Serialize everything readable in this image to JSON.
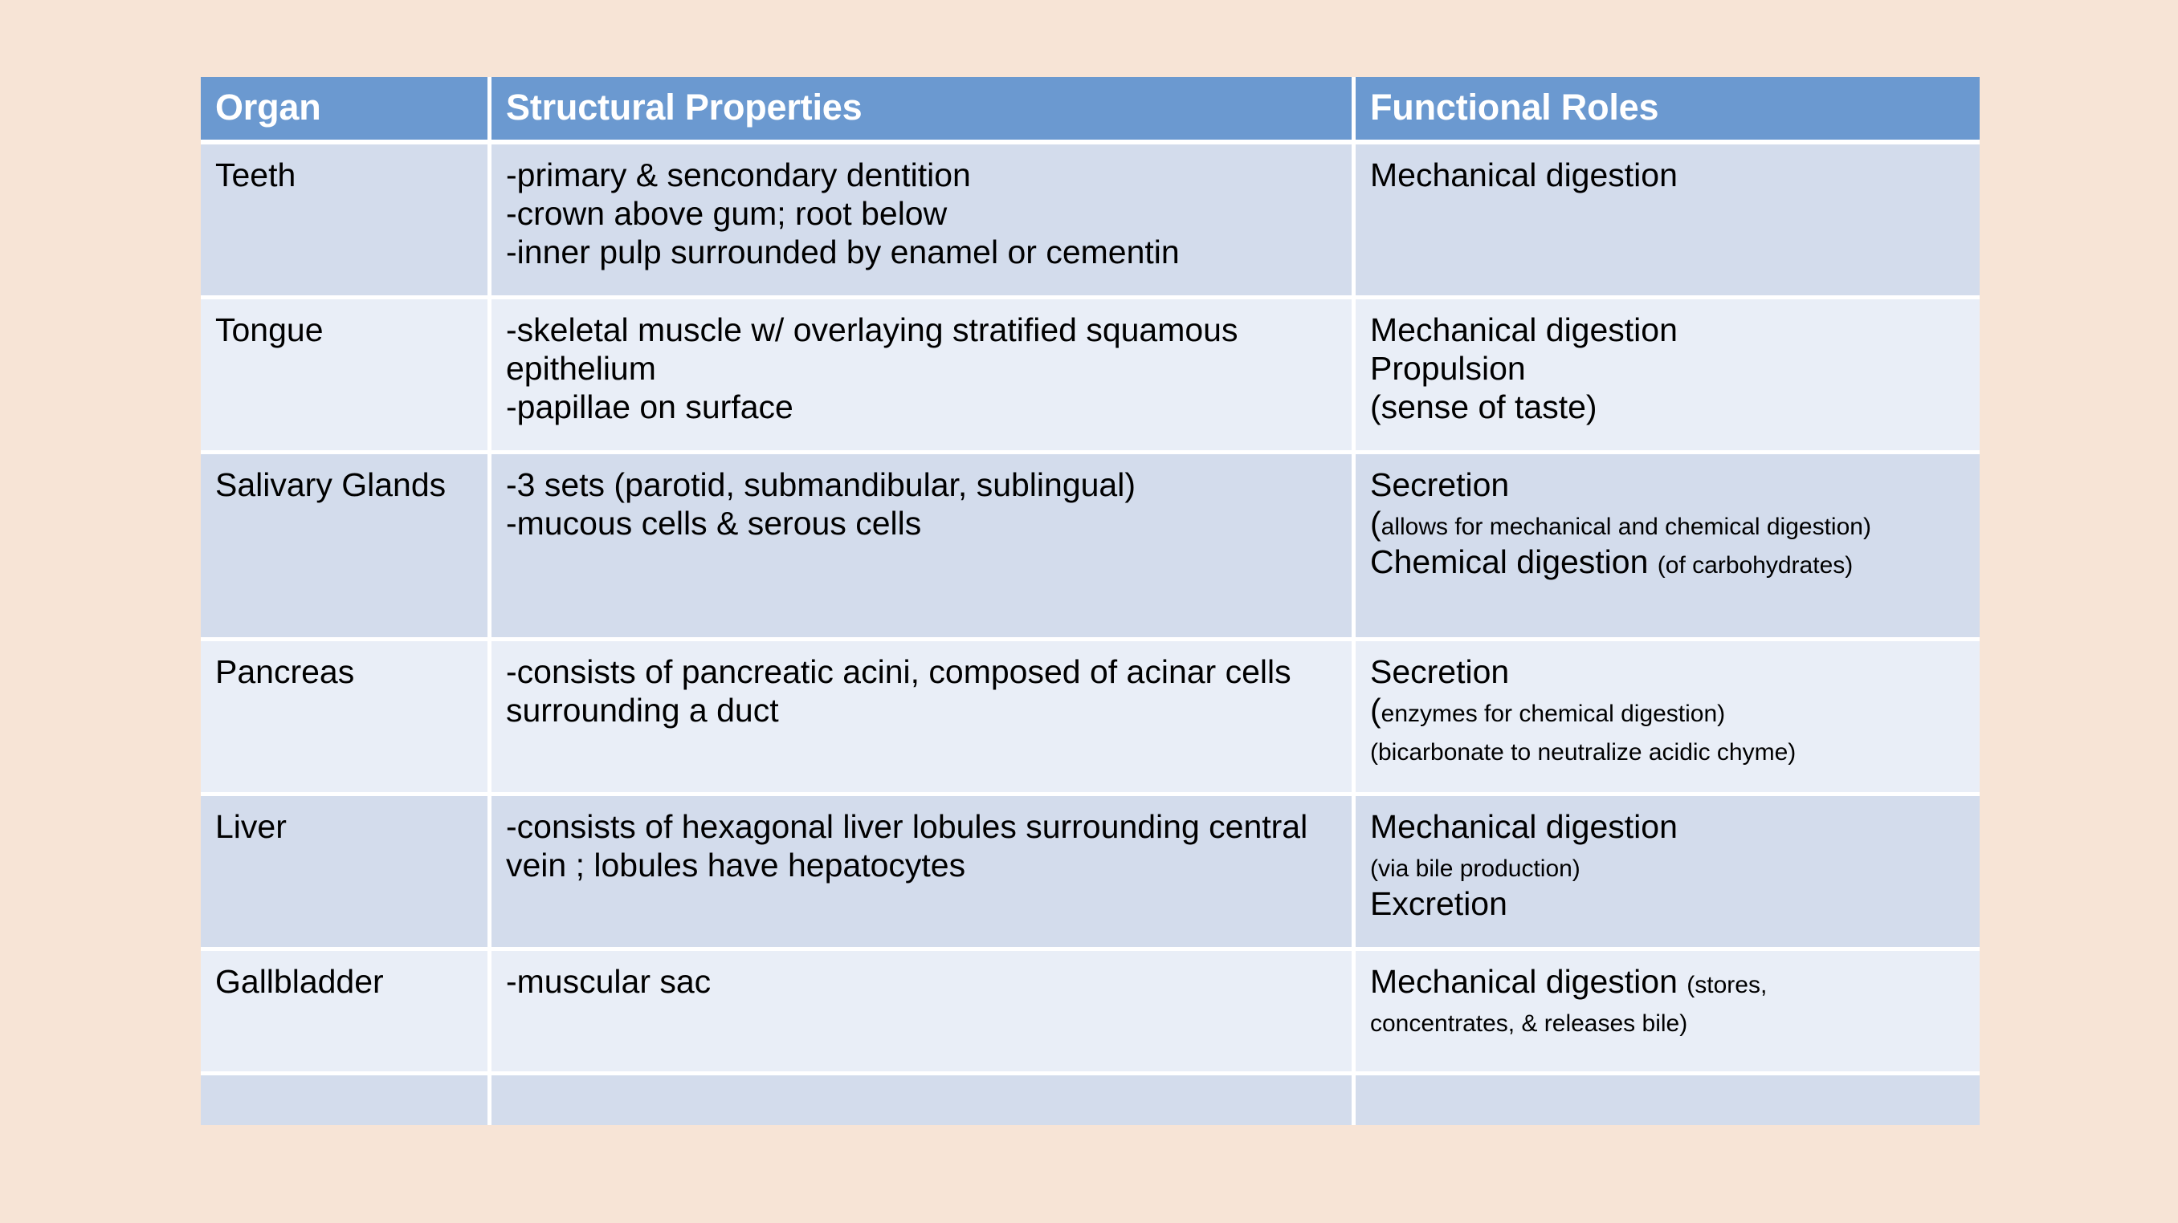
{
  "background_color": "#f7e4d6",
  "table": {
    "header_fill": "#6b99d0",
    "header_text_color": "#ffffff",
    "band_dark": "#d3dcec",
    "band_light": "#e9eef7",
    "gridline_color": "#ffffff",
    "columns": [
      {
        "key": "organ",
        "label": "Organ"
      },
      {
        "key": "struct",
        "label": "Structural Properties"
      },
      {
        "key": "func",
        "label": "Functional Roles"
      }
    ],
    "rows": [
      {
        "band": "dark",
        "organ": "Teeth",
        "struct_lines": [
          "-primary & sencondary dentition",
          "-crown above gum; root below",
          "-inner pulp surrounded by enamel or cementin"
        ],
        "func_lines": [
          {
            "big": "Mechanical digestion",
            "small": ""
          }
        ]
      },
      {
        "band": "light",
        "organ": "Tongue",
        "struct_lines": [
          "-skeletal muscle w/ overlaying stratified squamous epithelium",
          "-papillae on surface"
        ],
        "func_lines": [
          {
            "big": "Mechanical digestion",
            "small": ""
          },
          {
            "big": "Propulsion",
            "small": ""
          },
          {
            "big": "(sense of taste)",
            "small": ""
          }
        ]
      },
      {
        "band": "dark",
        "organ": "Salivary Glands",
        "struct_lines": [
          "-3 sets (parotid, submandibular, sublingual)",
          "-mucous cells & serous cells"
        ],
        "func_lines": [
          {
            "big": "Secretion",
            "small": ""
          },
          {
            "big": "(",
            "small": "allows for mechanical and chemical digestion)"
          },
          {
            "big": "Chemical digestion ",
            "small": "(of carbohydrates)"
          }
        ]
      },
      {
        "band": "light",
        "organ": "Pancreas",
        "struct_lines": [
          "-consists of pancreatic acini, composed of acinar cells surrounding a duct"
        ],
        "func_lines": [
          {
            "big": "Secretion",
            "small": ""
          },
          {
            "big": "(",
            "small": "enzymes for chemical digestion)"
          },
          {
            "big": "",
            "small": "(bicarbonate to neutralize acidic chyme)"
          }
        ]
      },
      {
        "band": "dark",
        "organ": "Liver",
        "struct_lines": [
          "-consists of hexagonal liver lobules surrounding central vein ; lobules have hepatocytes"
        ],
        "func_lines": [
          {
            "big": "Mechanical digestion",
            "small": ""
          },
          {
            "big": "",
            "small": "(via bile production)"
          },
          {
            "big": "Excretion",
            "small": ""
          }
        ]
      },
      {
        "band": "light",
        "organ": "Gallbladder",
        "struct_lines": [
          "-muscular sac"
        ],
        "func_lines": [
          {
            "big": "Mechanical digestion ",
            "small": "(stores,"
          },
          {
            "big": "",
            "small": "concentrates, & releases  bile)"
          }
        ]
      },
      {
        "band": "dark",
        "organ": "",
        "struct_lines": [],
        "func_lines": []
      }
    ]
  }
}
